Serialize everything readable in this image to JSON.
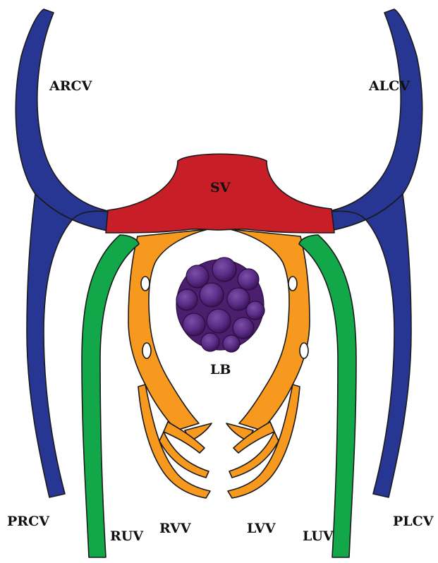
{
  "labels": {
    "arcv": "ARCV",
    "alcv": "ALCV",
    "sv": "SV",
    "lb": "LB",
    "prcv": "PRCV",
    "plcv": "PLCV",
    "ruv": "RUV",
    "luv": "LUV",
    "rvv": "RVV",
    "lvv": "LVV"
  },
  "colors": {
    "cardinal_veins": "#273593",
    "sinus_venosus": "#c81e28",
    "umbilical_veins": "#12a748",
    "vitelline_veins": "#f7991f",
    "liver_bud": "#4b1f6e",
    "outline": "#1a1a1a"
  }
}
